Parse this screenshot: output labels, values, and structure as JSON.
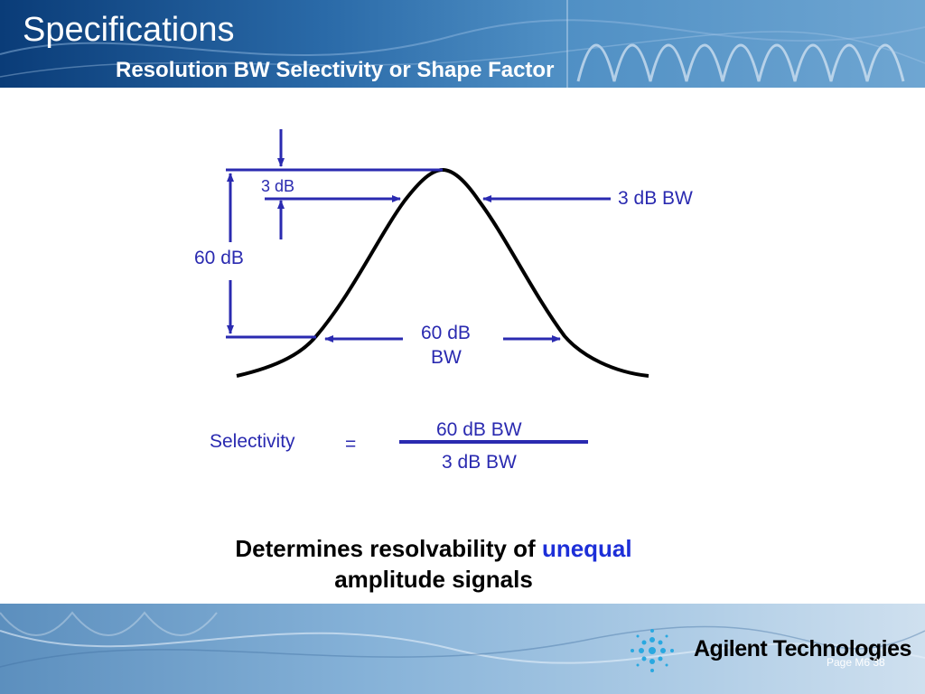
{
  "slide": {
    "title": "Specifications",
    "subtitle": "Resolution BW Selectivity or Shape Factor"
  },
  "diagram": {
    "label_3db": "3 dB",
    "label_3db_bw": "3 dB BW",
    "label_60db": "60 dB",
    "label_60db_bw_line1": "60 dB",
    "label_60db_bw_line2": "BW",
    "line_color": "#2a2ab0",
    "curve_color": "#000000"
  },
  "formula": {
    "lhs": "Selectivity",
    "equals": "=",
    "numerator": "60 dB BW",
    "denominator": "3 dB BW"
  },
  "takeaway": {
    "part1": "Determines resolvability of ",
    "highlight": "unequal",
    "part2": "amplitude signals",
    "highlight_color": "#1d2fd8"
  },
  "footer": {
    "company": "Agilent Technologies",
    "page": "Page M6  38"
  }
}
